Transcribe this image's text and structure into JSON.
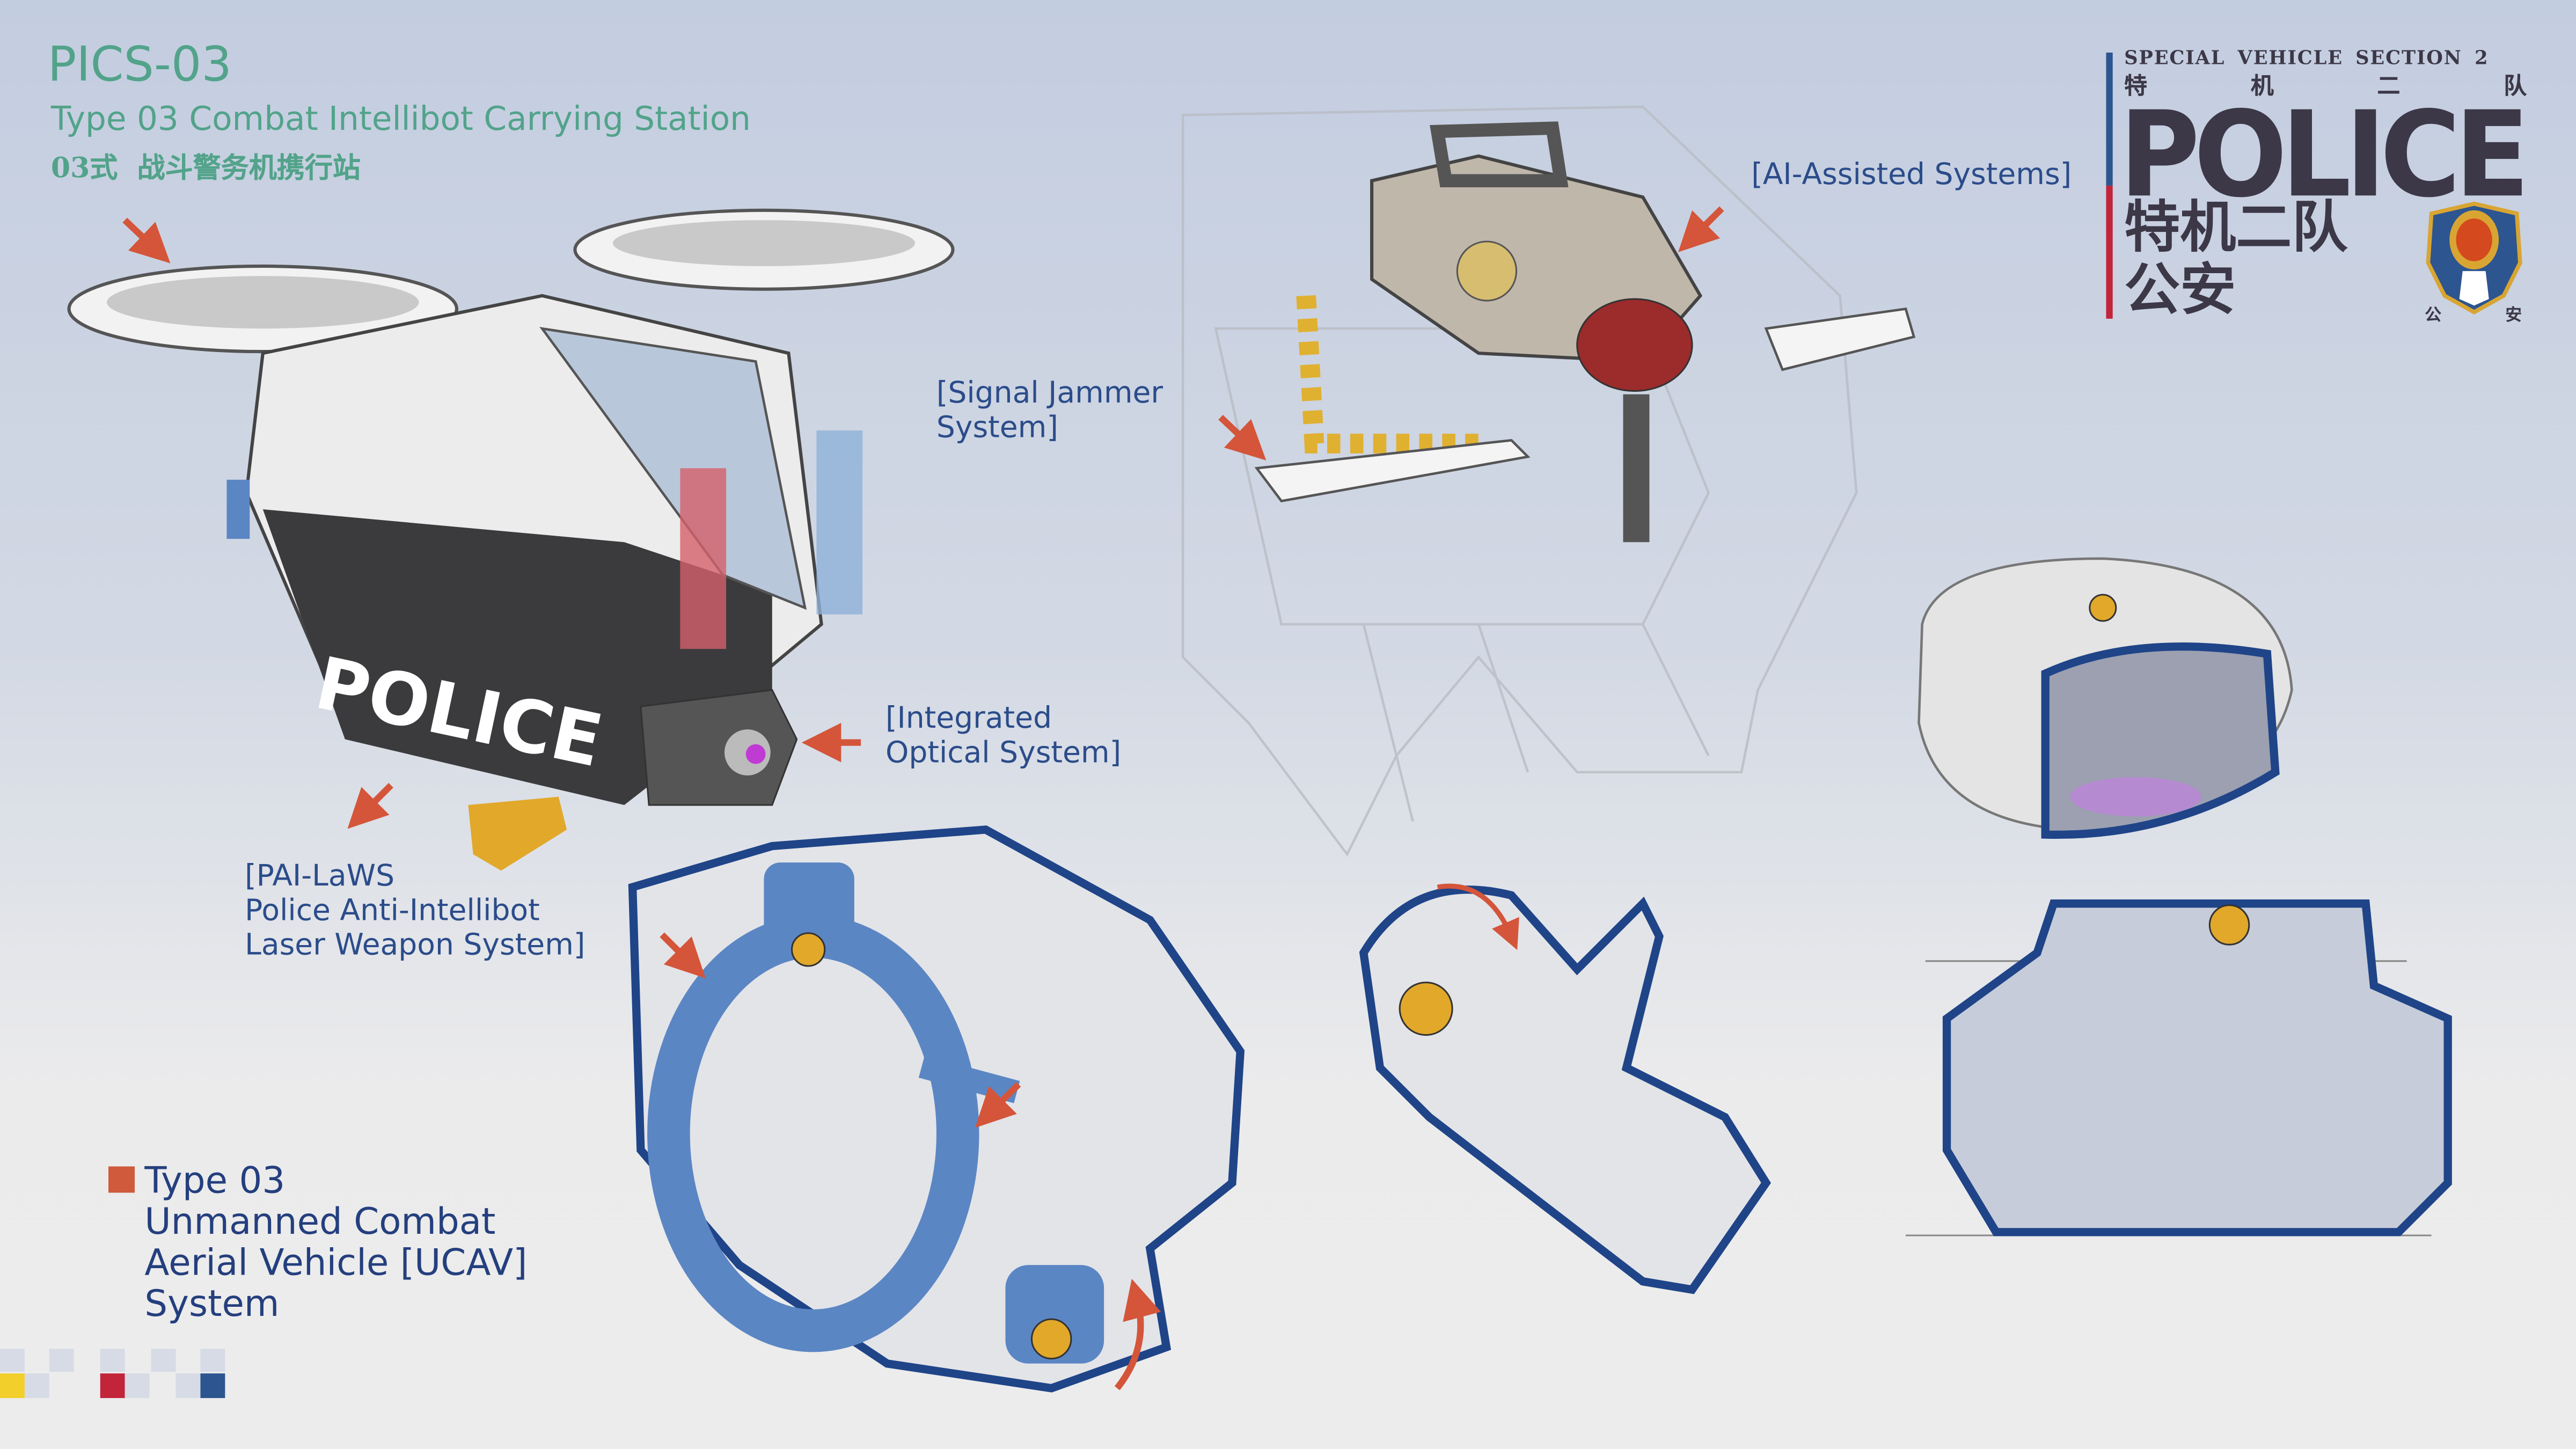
{
  "header": {
    "code": "PICS-03",
    "title_en": "Type 03 Combat Intellibot Carrying Station",
    "title_zh": "03式  战斗警务机携行站"
  },
  "logo": {
    "section_en": "SPECIAL VEHICLE SECTION 2",
    "section_zh_chars": [
      "特",
      "机",
      "二",
      "队"
    ],
    "police_text": "POLICE",
    "unit_zh": "特机二队",
    "gongan": "公安",
    "badge_left": "公",
    "badge_right": "安",
    "colors": {
      "blue": "#2d5590",
      "red": "#c2243a",
      "text": "#3c3847",
      "gold": "#d9a532"
    }
  },
  "annotations": {
    "ai_assisted": "[AI-Assisted Systems]",
    "signal_jammer": "[Signal Jammer\nSystem]",
    "integrated_optical": "[Integrated\nOptical System]",
    "pai_laws": "[PAI-LaWS\nPolice Anti-Intellibot\nLaser Weapon System]"
  },
  "legend": {
    "text": "Type 03\nUnmanned Combat\nAerial Vehicle [UCAV]\nSystem",
    "swatch_color": "#cf5a3c"
  },
  "illustration": {
    "hull_text": "POLICE"
  },
  "colors": {
    "accent_arrow": "#d4553a",
    "part_blue": "#5b86c4",
    "outline": "#1f4488",
    "title_green": "#52a38a"
  }
}
